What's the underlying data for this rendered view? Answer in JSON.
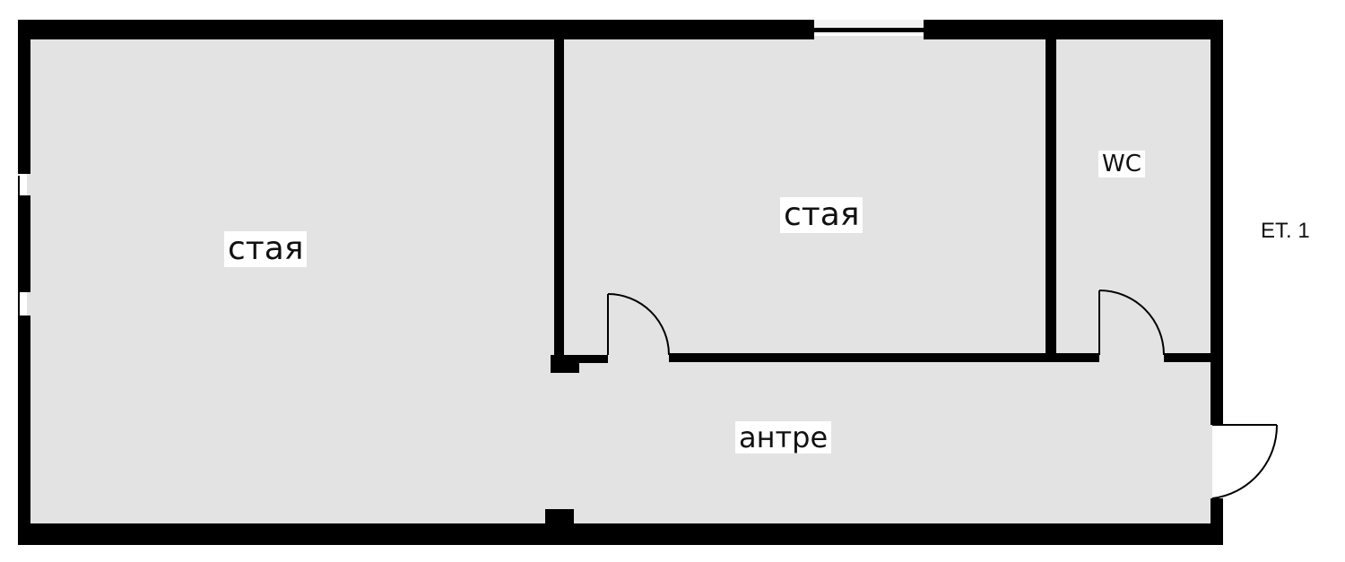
{
  "plan": {
    "floor_label": "ЕТ. 1",
    "rooms": [
      {
        "id": "room-left",
        "label": "стая"
      },
      {
        "id": "room-middle",
        "label": "стая"
      },
      {
        "id": "wc",
        "label": "WC"
      },
      {
        "id": "hallway",
        "label": "антре"
      }
    ]
  },
  "colors": {
    "wall": "#000000",
    "floor": "#e3e3e3",
    "background": "#ffffff",
    "label_background": "#ffffff"
  }
}
